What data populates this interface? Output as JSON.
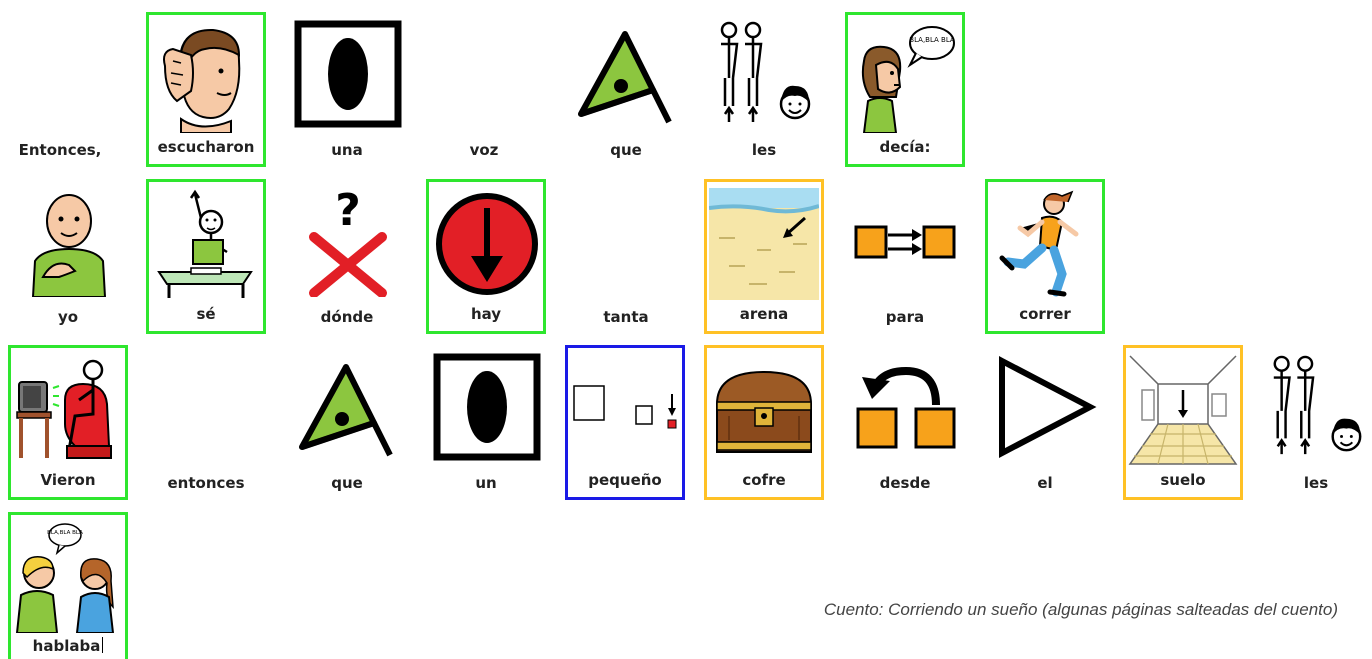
{
  "colors": {
    "green_frame": "#2ee62e",
    "orange_frame": "#ffc125",
    "blue_frame": "#1a1ae6",
    "pictogram_green": "#8cc63f",
    "pictogram_orange": "#f7a21b",
    "pictogram_red": "#e21f26"
  },
  "rows": [
    {
      "cells": [
        {
          "word": "Entonces,",
          "frame": "none",
          "icon": "none"
        },
        {
          "word": "escucharon",
          "frame": "green",
          "icon": "listening-ear-icon"
        },
        {
          "word": "una",
          "frame": "none",
          "icon": "article-oval-icon"
        },
        {
          "word": "voz",
          "frame": "none",
          "icon": "none"
        },
        {
          "word": "que",
          "frame": "none",
          "icon": "relative-triangle-icon"
        },
        {
          "word": "les",
          "frame": "none",
          "icon": "pronoun-they-icon"
        },
        {
          "word": "decía:",
          "frame": "green",
          "icon": "speaking-woman-icon",
          "bubble": "BLA,BLA BLA"
        }
      ]
    },
    {
      "cells": [
        {
          "word": "yo",
          "frame": "none",
          "icon": "self-point-icon"
        },
        {
          "word": "sé",
          "frame": "green",
          "icon": "student-raising-hand-icon"
        },
        {
          "word": "dónde",
          "frame": "none",
          "icon": "question-cross-icon"
        },
        {
          "word": "hay",
          "frame": "green",
          "icon": "down-arrow-circle-icon"
        },
        {
          "word": "tanta",
          "frame": "none",
          "icon": "none"
        },
        {
          "word": "arena",
          "frame": "orange",
          "icon": "sand-icon"
        },
        {
          "word": "para",
          "frame": "none",
          "icon": "for-squares-icon"
        },
        {
          "word": "correr",
          "frame": "green",
          "icon": "running-person-icon"
        }
      ]
    },
    {
      "cells": [
        {
          "word": "Vieron",
          "frame": "green",
          "icon": "watching-tv-icon"
        },
        {
          "word": "entonces",
          "frame": "none",
          "icon": "none"
        },
        {
          "word": "que",
          "frame": "none",
          "icon": "relative-triangle-icon"
        },
        {
          "word": "un",
          "frame": "none",
          "icon": "article-oval-icon"
        },
        {
          "word": "pequeño",
          "frame": "blue",
          "icon": "small-squares-icon"
        },
        {
          "word": "cofre",
          "frame": "orange",
          "icon": "treasure-chest-icon"
        },
        {
          "word": "desde",
          "frame": "none",
          "icon": "from-curved-arrow-icon"
        },
        {
          "word": "el",
          "frame": "none",
          "icon": "article-triangle-icon"
        },
        {
          "word": "suelo",
          "frame": "orange",
          "icon": "floor-icon"
        },
        {
          "word": "les",
          "frame": "none",
          "icon": "pronoun-they-icon"
        }
      ]
    },
    {
      "cells": [
        {
          "word": "hablaba",
          "frame": "green",
          "icon": "two-people-talking-icon",
          "bubble": "BLA,BLA BLA",
          "cursor": true
        }
      ]
    }
  ],
  "caption": "Cuento: Corriendo un sueño (algunas páginas salteadas del cuento)"
}
